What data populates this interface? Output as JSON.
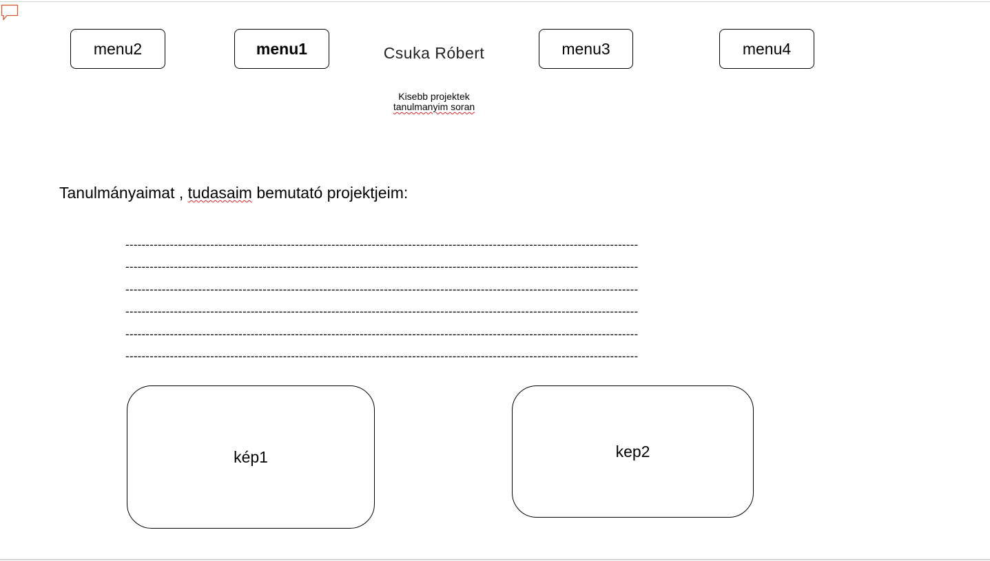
{
  "menu": {
    "items": [
      {
        "label": "menu2"
      },
      {
        "label": "menu1"
      },
      {
        "label": "menu3"
      },
      {
        "label": "menu4"
      }
    ]
  },
  "header": {
    "title": "Csuka Róbert",
    "subtitle_line1": "Kisebb projektek",
    "subtitle_line2": "tanulmanyim soran"
  },
  "main": {
    "heading_part1": "Tanulmányaimat , ",
    "heading_part2": "tudasaim",
    "heading_part3": " bemutató projektjeim:",
    "dash_lines": [
      "-------------------------------------------------------------------------------------------------------------------------------",
      "-------------------------------------------------------------------------------------------------------------------------------",
      "-------------------------------------------------------------------------------------------------------------------------------",
      "-------------------------------------------------------------------------------------------------------------------------------",
      "-------------------------------------------------------------------------------------------------------------------------------",
      "-------------------------------------------------------------------------------------------------------------------------------"
    ],
    "image1_label": "kép1",
    "image2_label": "kep2"
  },
  "icons": {
    "comment": "comment-icon"
  },
  "colors": {
    "comment_icon": "#d2572c",
    "spellcheck_underline": "#dd2222"
  }
}
